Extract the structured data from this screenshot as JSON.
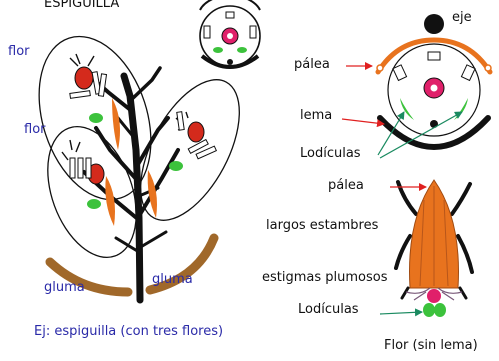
{
  "labels": {
    "espiguilla_top": "ESPIGUILLA",
    "flor_1": "flor",
    "flor_2": "flor",
    "gluma_left": "gluma",
    "gluma_right": "gluma",
    "caption_left": "Ej: espiguilla (con tres flores)",
    "eje": "eje",
    "palea_top": "pálea",
    "lema": "lema",
    "lodiculas_top": "Lodículas",
    "palea_bottom": "pálea",
    "largos_estambres": "largos estambres",
    "estigmas_plumosos": "estigmas plumosos",
    "lodiculas_bottom": "Lodículas",
    "caption_right": "Flor (sin lema)"
  },
  "colors": {
    "stem": "#111111",
    "glume": "#a0682a",
    "orange": "#e8731e",
    "green": "#3cc23c",
    "magenta": "#e0206a",
    "red": "#d42a1c",
    "arrow_red": "#e02020",
    "arrow_green": "#1a8a60",
    "label_blue": "#2a2aa8"
  }
}
